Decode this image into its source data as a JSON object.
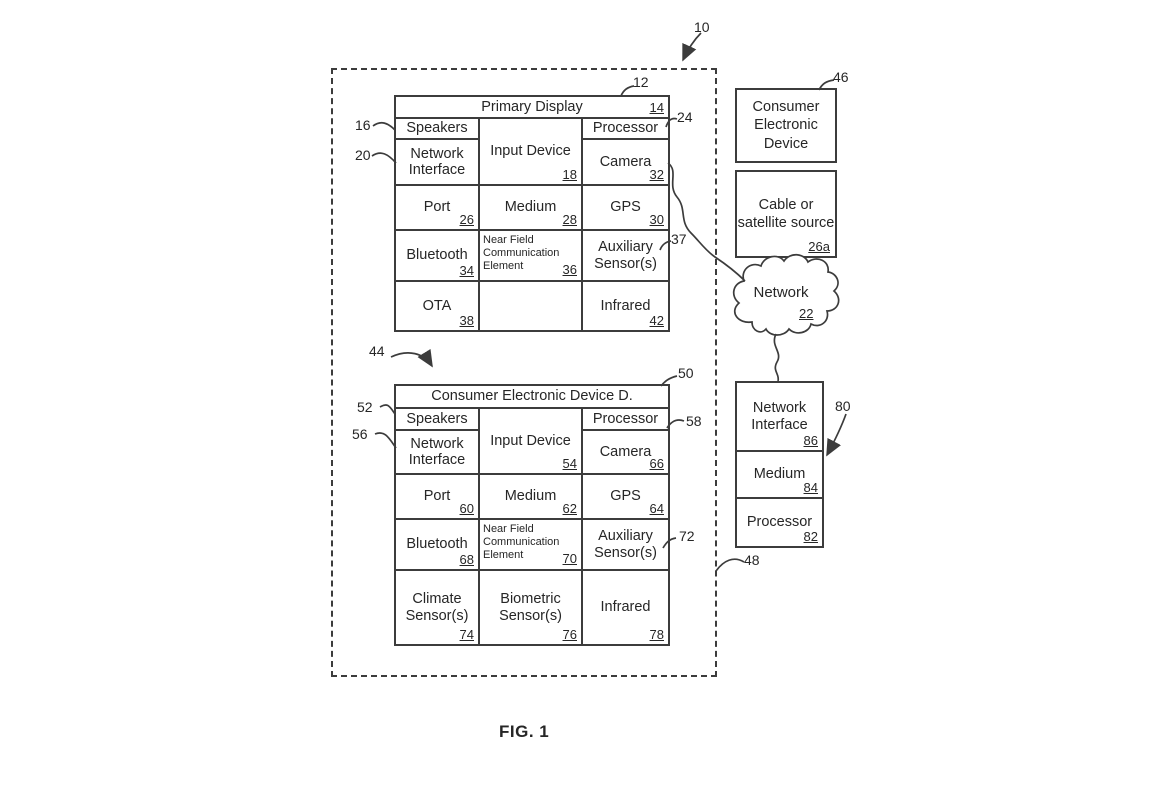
{
  "caption": "FIG. 1",
  "refs": {
    "r10": "10",
    "r12": "12",
    "r16": "16",
    "r20": "20",
    "r24": "24",
    "r37": "37",
    "r44": "44",
    "r46": "46",
    "r48": "48",
    "r50": "50",
    "r52": "52",
    "r56": "56",
    "r58": "58",
    "r72": "72",
    "r80": "80"
  },
  "device1": {
    "title": "Primary Display",
    "title_num": "14",
    "speakers": "Speakers",
    "input_device": "Input Device",
    "input_device_num": "18",
    "processor": "Processor",
    "network_interface": "Network Interface",
    "camera": "Camera",
    "camera_num": "32",
    "port": "Port",
    "port_num": "26",
    "medium": "Medium",
    "medium_num": "28",
    "gps": "GPS",
    "gps_num": "30",
    "bluetooth": "Bluetooth",
    "bluetooth_num": "34",
    "nfc": "Near Field Communication Element",
    "nfc_num": "36",
    "aux": "Auxiliary Sensor(s)",
    "ota": "OTA",
    "ota_num": "38",
    "infrared": "Infrared",
    "infrared_num": "42"
  },
  "device2": {
    "title": "Consumer Electronic Device D.",
    "speakers": "Speakers",
    "input_device": "Input Device",
    "input_device_num": "54",
    "processor": "Processor",
    "network_interface": "Network Interface",
    "camera": "Camera",
    "camera_num": "66",
    "port": "Port",
    "port_num": "60",
    "medium": "Medium",
    "medium_num": "62",
    "gps": "GPS",
    "gps_num": "64",
    "bluetooth": "Bluetooth",
    "bluetooth_num": "68",
    "nfc": "Near Field Communication Element",
    "nfc_num": "70",
    "aux": "Auxiliary Sensor(s)",
    "climate": "Climate Sensor(s)",
    "climate_num": "74",
    "biometric": "Biometric Sensor(s)",
    "biometric_num": "76",
    "infrared": "Infrared",
    "infrared_num": "78"
  },
  "right_column": {
    "ced_box": "Consumer Electronic Device",
    "cable_box": "Cable or satellite source",
    "cable_num": "26a",
    "cloud": "Network",
    "cloud_num": "22",
    "stack": {
      "network_interface": "Network Interface",
      "ni_num": "86",
      "medium": "Medium",
      "medium_num": "84",
      "processor": "Processor",
      "proc_num": "82"
    }
  }
}
